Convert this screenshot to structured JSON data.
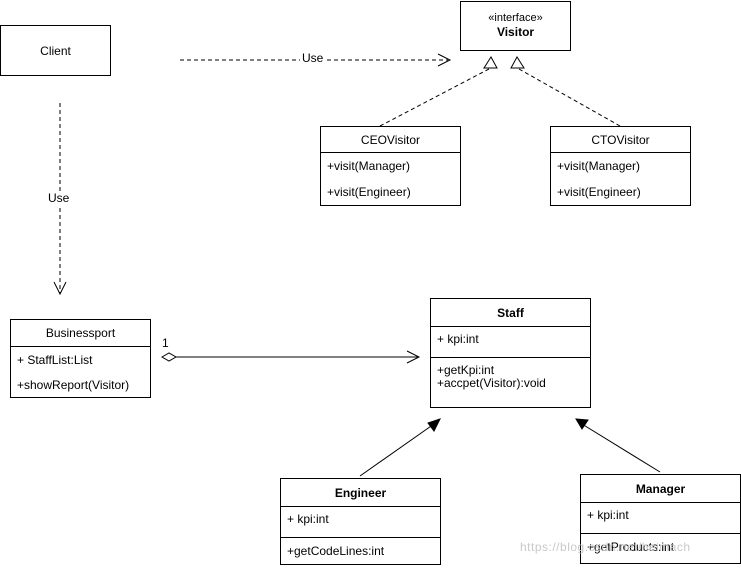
{
  "nodes": {
    "client": {
      "name": "Client"
    },
    "visitor": {
      "stereotype": "«interface»",
      "name": "Visitor"
    },
    "ceo_visitor": {
      "name": "CEOVisitor",
      "methods": [
        "+visit(Manager)",
        "+visit(Engineer)"
      ]
    },
    "cto_visitor": {
      "name": "CTOVisitor",
      "methods": [
        "+visit(Manager)",
        "+visit(Engineer)"
      ]
    },
    "businessport": {
      "name": "Businessport",
      "fields": [
        "+ StaffList:List",
        "+showReport(Visitor)"
      ]
    },
    "staff": {
      "name": "Staff",
      "fields": [
        "+ kpi:int"
      ],
      "methods": [
        "+getKpi:int",
        "+accpet(Visitor):void"
      ]
    },
    "engineer": {
      "name": "Engineer",
      "fields": [
        "+ kpi:int"
      ],
      "methods": [
        "+getCodeLines:int"
      ]
    },
    "manager": {
      "name": "Manager",
      "fields": [
        "+ kpi:int"
      ],
      "methods": [
        "+getProducts:int"
      ]
    }
  },
  "edges": {
    "client_visitor_label": "Use",
    "client_businessport_label": "Use",
    "aggregation_multiplicity": "1"
  },
  "watermark": "https://blog.csdn.net/heimach"
}
